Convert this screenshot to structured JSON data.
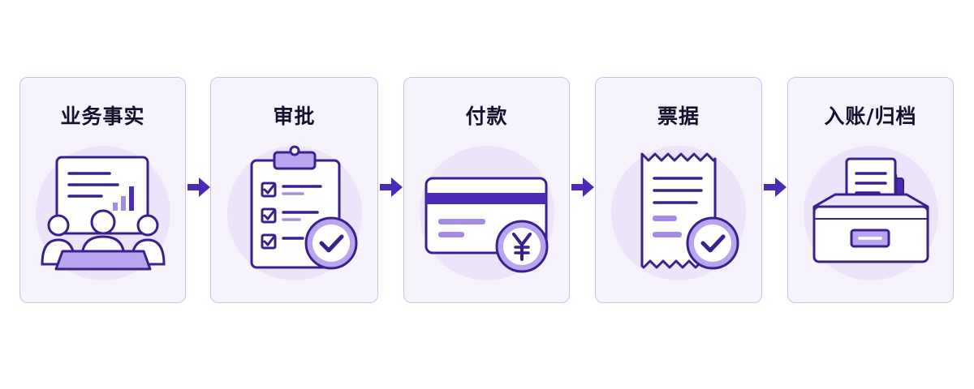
{
  "steps": [
    {
      "title": "业务事实",
      "icon": "business-meeting-icon"
    },
    {
      "title": "审批",
      "icon": "approval-clipboard-icon"
    },
    {
      "title": "付款",
      "icon": "payment-card-yuan-icon"
    },
    {
      "title": "票据",
      "icon": "receipt-check-icon"
    },
    {
      "title": "入账/归档",
      "icon": "archive-drawer-icon"
    }
  ],
  "connectors": [
    "arrow-right-icon",
    "arrow-right-icon",
    "arrow-right-icon",
    "arrow-right-icon"
  ],
  "colors": {
    "card_background": "#f6f3fd",
    "card_border": "#cdbff0",
    "icon_stroke": "#3a1f8f",
    "accent": "#4b2bb3",
    "accent_light": "#a58be6",
    "icon_backdrop": "#ebe4fb",
    "title_text": "#15112d"
  }
}
